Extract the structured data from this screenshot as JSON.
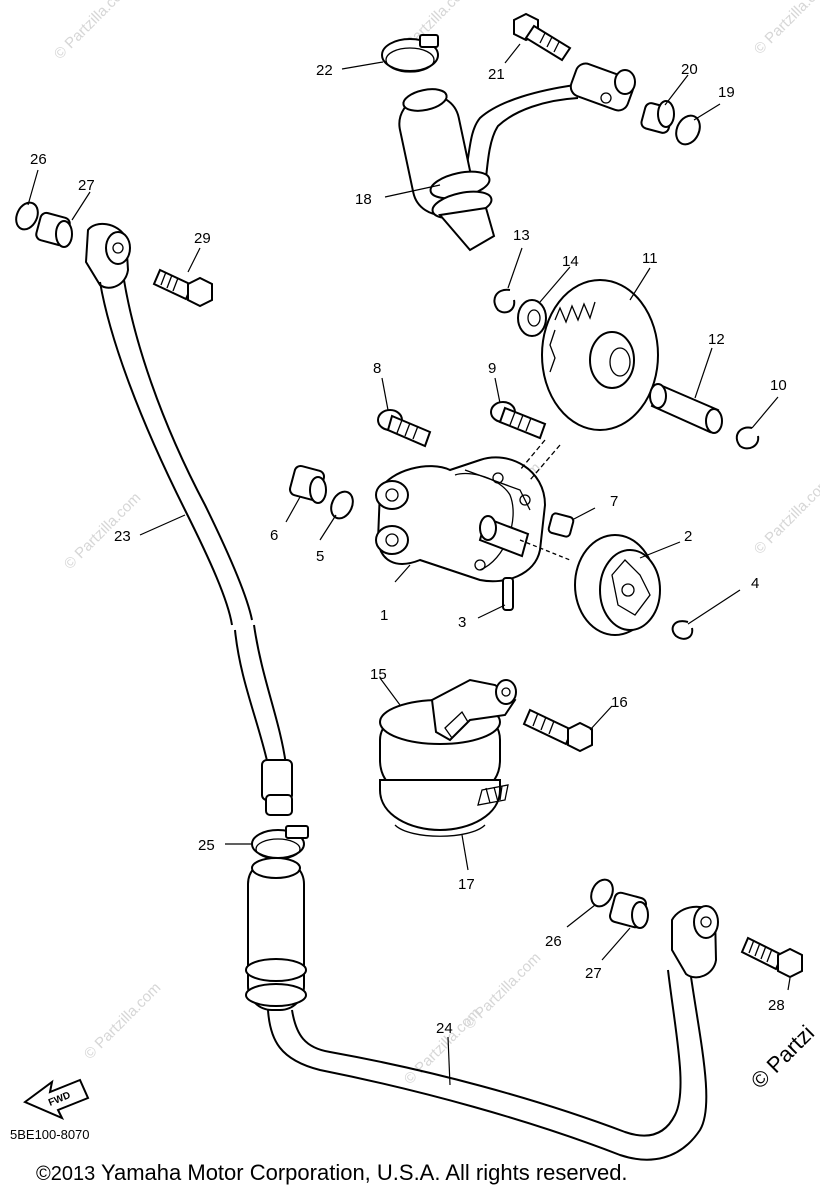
{
  "diagram": {
    "diagram_code": "5BE100-8070",
    "fwd_label": "FWD",
    "copyright_year": "©2013",
    "copyright_text": "Yamaha Motor Corporation, U.S.A. All rights reserved.",
    "watermark": "© Partzilla.com",
    "corner_watermark": "© Partzi",
    "callouts": [
      "1",
      "2",
      "3",
      "4",
      "5",
      "6",
      "7",
      "8",
      "9",
      "10",
      "11",
      "12",
      "13",
      "14",
      "15",
      "16",
      "17",
      "18",
      "19",
      "20",
      "21",
      "22",
      "23",
      "24",
      "25",
      "26",
      "26",
      "27",
      "27",
      "28",
      "29"
    ]
  }
}
